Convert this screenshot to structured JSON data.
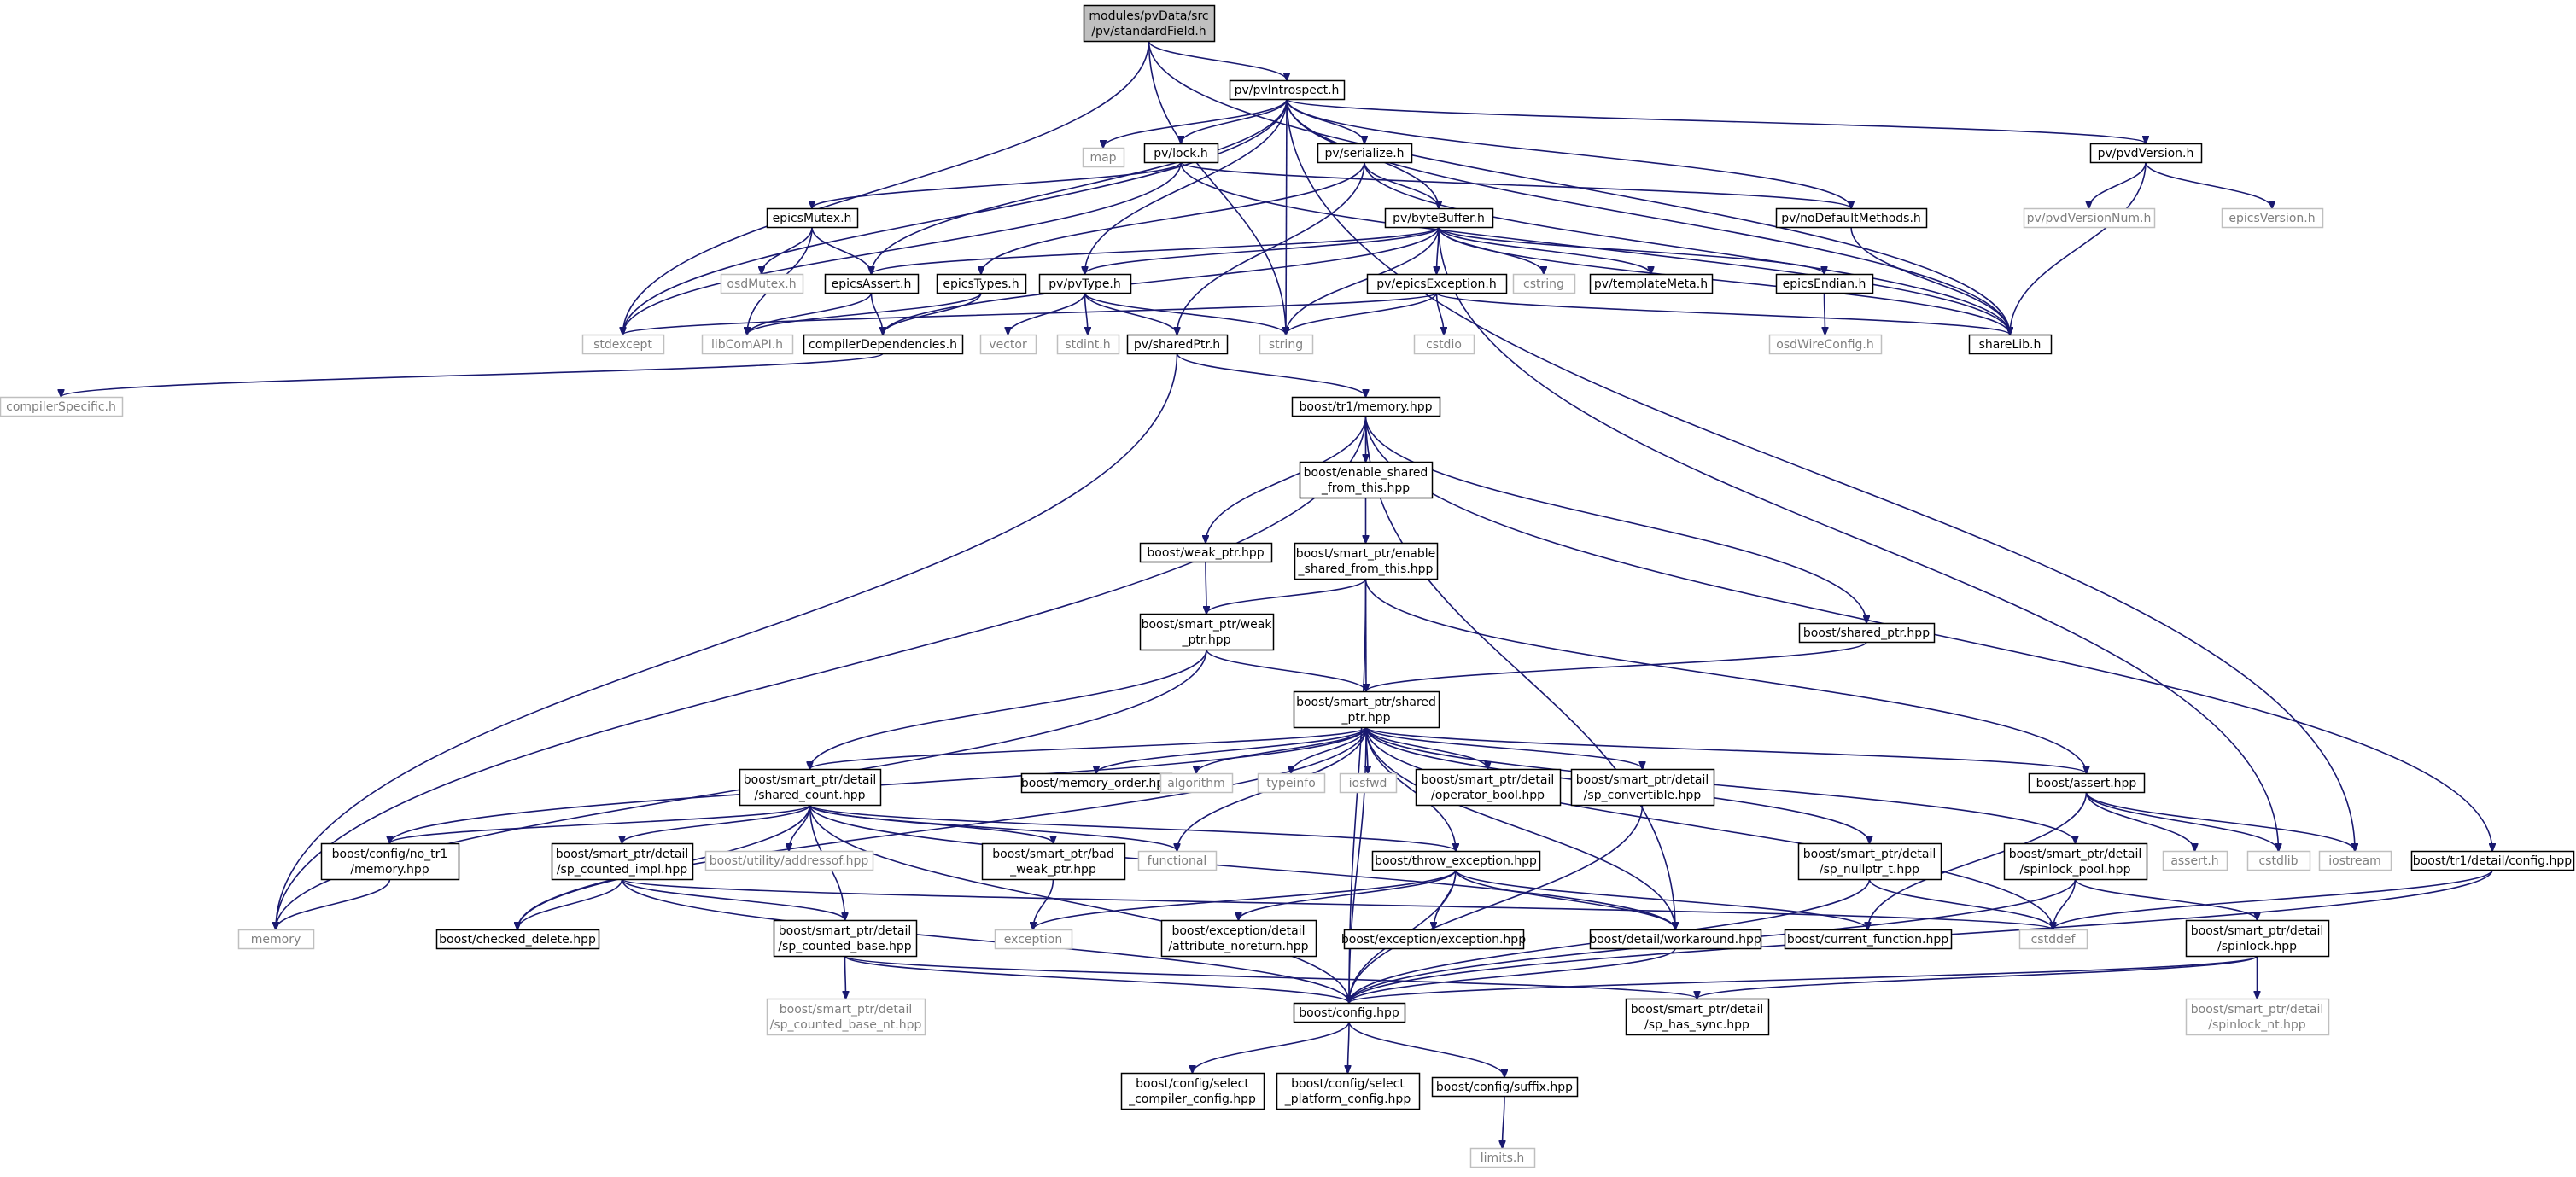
{
  "nodes": [
    {
      "id": "root",
      "lines": [
        "modules/pvData/src",
        "/pv/standardField.h"
      ],
      "kind": "root"
    },
    {
      "id": "pvIntrospect",
      "lines": [
        "pv/pvIntrospect.h"
      ],
      "kind": "file"
    },
    {
      "id": "stdexcept",
      "lines": [
        "stdexcept"
      ],
      "kind": "ext"
    },
    {
      "id": "string",
      "lines": [
        "string"
      ],
      "kind": "ext"
    },
    {
      "id": "map",
      "lines": [
        "map"
      ],
      "kind": "ext"
    },
    {
      "id": "lock",
      "lines": [
        "pv/lock.h"
      ],
      "kind": "file"
    },
    {
      "id": "serialize",
      "lines": [
        "pv/serialize.h"
      ],
      "kind": "file"
    },
    {
      "id": "pvdVersion",
      "lines": [
        "pv/pvdVersion.h"
      ],
      "kind": "file"
    },
    {
      "id": "pvdVersionNum",
      "lines": [
        "pv/pvdVersionNum.h"
      ],
      "kind": "ext"
    },
    {
      "id": "epicsVersion",
      "lines": [
        "epicsVersion.h"
      ],
      "kind": "ext"
    },
    {
      "id": "epicsMutex",
      "lines": [
        "epicsMutex.h"
      ],
      "kind": "file"
    },
    {
      "id": "noDefaultMethods",
      "lines": [
        "pv/noDefaultMethods.h"
      ],
      "kind": "file"
    },
    {
      "id": "byteBuffer",
      "lines": [
        "pv/byteBuffer.h"
      ],
      "kind": "file"
    },
    {
      "id": "osdMutex",
      "lines": [
        "osdMutex.h"
      ],
      "kind": "ext"
    },
    {
      "id": "epicsAssert",
      "lines": [
        "epicsAssert.h"
      ],
      "kind": "file"
    },
    {
      "id": "epicsTypes",
      "lines": [
        "epicsTypes.h"
      ],
      "kind": "file"
    },
    {
      "id": "pvType",
      "lines": [
        "pv/pvType.h"
      ],
      "kind": "file"
    },
    {
      "id": "epicsException",
      "lines": [
        "pv/epicsException.h"
      ],
      "kind": "file"
    },
    {
      "id": "cstring",
      "lines": [
        "cstring"
      ],
      "kind": "ext"
    },
    {
      "id": "templateMeta",
      "lines": [
        "pv/templateMeta.h"
      ],
      "kind": "file"
    },
    {
      "id": "epicsEndian",
      "lines": [
        "epicsEndian.h"
      ],
      "kind": "file"
    },
    {
      "id": "libComAPI",
      "lines": [
        "libComAPI.h"
      ],
      "kind": "ext"
    },
    {
      "id": "compilerDependencies",
      "lines": [
        "compilerDependencies.h"
      ],
      "kind": "file"
    },
    {
      "id": "vector",
      "lines": [
        "vector"
      ],
      "kind": "ext"
    },
    {
      "id": "stdint",
      "lines": [
        "stdint.h"
      ],
      "kind": "ext"
    },
    {
      "id": "sharedPtr",
      "lines": [
        "pv/sharedPtr.h"
      ],
      "kind": "file"
    },
    {
      "id": "cstdio",
      "lines": [
        "cstdio"
      ],
      "kind": "ext"
    },
    {
      "id": "shareLib",
      "lines": [
        "shareLib.h"
      ],
      "kind": "file"
    },
    {
      "id": "osdWireConfig",
      "lines": [
        "osdWireConfig.h"
      ],
      "kind": "ext"
    },
    {
      "id": "compilerSpecific",
      "lines": [
        "compilerSpecific.h"
      ],
      "kind": "ext"
    },
    {
      "id": "tr1memory",
      "lines": [
        "boost/tr1/memory.hpp"
      ],
      "kind": "file"
    },
    {
      "id": "enableSharedFromThis",
      "lines": [
        "boost/enable_shared",
        "_from_this.hpp"
      ],
      "kind": "file"
    },
    {
      "id": "spEnableShared",
      "lines": [
        "boost/smart_ptr/enable",
        "_shared_from_this.hpp"
      ],
      "kind": "file"
    },
    {
      "id": "weakPtr",
      "lines": [
        "boost/weak_ptr.hpp"
      ],
      "kind": "file"
    },
    {
      "id": "spWeakPtr",
      "lines": [
        "boost/smart_ptr/weak",
        "_ptr.hpp"
      ],
      "kind": "file"
    },
    {
      "id": "sharedPtrHpp",
      "lines": [
        "boost/shared_ptr.hpp"
      ],
      "kind": "file"
    },
    {
      "id": "spSharedPtr",
      "lines": [
        "boost/smart_ptr/shared",
        "_ptr.hpp"
      ],
      "kind": "file"
    },
    {
      "id": "sharedCount",
      "lines": [
        "boost/smart_ptr/detail",
        "/shared_count.hpp"
      ],
      "kind": "file"
    },
    {
      "id": "memoryOrder",
      "lines": [
        "boost/memory_order.hpp"
      ],
      "kind": "file"
    },
    {
      "id": "algorithm",
      "lines": [
        "algorithm"
      ],
      "kind": "ext"
    },
    {
      "id": "typeinfo",
      "lines": [
        "typeinfo"
      ],
      "kind": "ext"
    },
    {
      "id": "iosfwd",
      "lines": [
        "iosfwd"
      ],
      "kind": "ext"
    },
    {
      "id": "operatorBool",
      "lines": [
        "boost/smart_ptr/detail",
        "/operator_bool.hpp"
      ],
      "kind": "file"
    },
    {
      "id": "spConvertible",
      "lines": [
        "boost/smart_ptr/detail",
        "/sp_convertible.hpp"
      ],
      "kind": "file"
    },
    {
      "id": "boostAssert",
      "lines": [
        "boost/assert.hpp"
      ],
      "kind": "file"
    },
    {
      "id": "noTr1Memory",
      "lines": [
        "boost/config/no_tr1",
        "/memory.hpp"
      ],
      "kind": "file"
    },
    {
      "id": "spCountedImpl",
      "lines": [
        "boost/smart_ptr/detail",
        "/sp_counted_impl.hpp"
      ],
      "kind": "file"
    },
    {
      "id": "addressof",
      "lines": [
        "boost/utility/addressof.hpp"
      ],
      "kind": "ext"
    },
    {
      "id": "badWeakPtr",
      "lines": [
        "boost/smart_ptr/bad",
        "_weak_ptr.hpp"
      ],
      "kind": "file"
    },
    {
      "id": "functional",
      "lines": [
        "functional"
      ],
      "kind": "ext"
    },
    {
      "id": "throwException",
      "lines": [
        "boost/throw_exception.hpp"
      ],
      "kind": "file"
    },
    {
      "id": "spNullptr",
      "lines": [
        "boost/smart_ptr/detail",
        "/sp_nullptr_t.hpp"
      ],
      "kind": "file"
    },
    {
      "id": "spinlockPool",
      "lines": [
        "boost/smart_ptr/detail",
        "/spinlock_pool.hpp"
      ],
      "kind": "file"
    },
    {
      "id": "assertH",
      "lines": [
        "assert.h"
      ],
      "kind": "ext"
    },
    {
      "id": "cstdlib",
      "lines": [
        "cstdlib"
      ],
      "kind": "ext"
    },
    {
      "id": "iostream",
      "lines": [
        "iostream"
      ],
      "kind": "ext"
    },
    {
      "id": "tr1config",
      "lines": [
        "boost/tr1/detail/config.hpp"
      ],
      "kind": "file"
    },
    {
      "id": "memory",
      "lines": [
        "memory"
      ],
      "kind": "ext"
    },
    {
      "id": "checkedDelete",
      "lines": [
        "boost/checked_delete.hpp"
      ],
      "kind": "file"
    },
    {
      "id": "spCountedBase",
      "lines": [
        "boost/smart_ptr/detail",
        "/sp_counted_base.hpp"
      ],
      "kind": "file"
    },
    {
      "id": "exception",
      "lines": [
        "exception"
      ],
      "kind": "ext"
    },
    {
      "id": "attrNoreturn",
      "lines": [
        "boost/exception/detail",
        "/attribute_noreturn.hpp"
      ],
      "kind": "file"
    },
    {
      "id": "exceptionHpp",
      "lines": [
        "boost/exception/exception.hpp"
      ],
      "kind": "file"
    },
    {
      "id": "workaround",
      "lines": [
        "boost/detail/workaround.hpp"
      ],
      "kind": "file"
    },
    {
      "id": "currentFunction",
      "lines": [
        "boost/current_function.hpp"
      ],
      "kind": "file"
    },
    {
      "id": "cstddef",
      "lines": [
        "cstddef"
      ],
      "kind": "ext"
    },
    {
      "id": "spinlock",
      "lines": [
        "boost/smart_ptr/detail",
        "/spinlock.hpp"
      ],
      "kind": "file"
    },
    {
      "id": "spCountedBaseNt",
      "lines": [
        "boost/smart_ptr/detail",
        "/sp_counted_base_nt.hpp"
      ],
      "kind": "ext"
    },
    {
      "id": "boostConfig",
      "lines": [
        "boost/config.hpp"
      ],
      "kind": "file"
    },
    {
      "id": "spHasSync",
      "lines": [
        "boost/smart_ptr/detail",
        "/sp_has_sync.hpp"
      ],
      "kind": "file"
    },
    {
      "id": "spinlockNt",
      "lines": [
        "boost/smart_ptr/detail",
        "/spinlock_nt.hpp"
      ],
      "kind": "ext"
    },
    {
      "id": "selectCompiler",
      "lines": [
        "boost/config/select",
        "_compiler_config.hpp"
      ],
      "kind": "file"
    },
    {
      "id": "selectPlatform",
      "lines": [
        "boost/config/select",
        "_platform_config.hpp"
      ],
      "kind": "file"
    },
    {
      "id": "suffix",
      "lines": [
        "boost/config/suffix.hpp"
      ],
      "kind": "file"
    },
    {
      "id": "limits",
      "lines": [
        "limits.h"
      ],
      "kind": "ext"
    }
  ],
  "edges": [
    [
      "root",
      "pvIntrospect"
    ],
    [
      "root",
      "stdexcept"
    ],
    [
      "root",
      "string"
    ],
    [
      "root",
      "shareLib"
    ],
    [
      "pvIntrospect",
      "stdexcept"
    ],
    [
      "pvIntrospect",
      "string"
    ],
    [
      "pvIntrospect",
      "map"
    ],
    [
      "pvIntrospect",
      "lock"
    ],
    [
      "pvIntrospect",
      "serialize"
    ],
    [
      "pvIntrospect",
      "byteBuffer"
    ],
    [
      "pvIntrospect",
      "epicsAssert"
    ],
    [
      "pvIntrospect",
      "pvType"
    ],
    [
      "pvIntrospect",
      "noDefaultMethods"
    ],
    [
      "pvIntrospect",
      "pvdVersion"
    ],
    [
      "pvIntrospect",
      "shareLib"
    ],
    [
      "pvIntrospect",
      "iostream"
    ],
    [
      "lock",
      "stdexcept"
    ],
    [
      "lock",
      "epicsMutex"
    ],
    [
      "lock",
      "noDefaultMethods"
    ],
    [
      "lock",
      "shareLib"
    ],
    [
      "serialize",
      "epicsTypes"
    ],
    [
      "serialize",
      "byteBuffer"
    ],
    [
      "serialize",
      "sharedPtr"
    ],
    [
      "serialize",
      "shareLib"
    ],
    [
      "pvdVersion",
      "pvdVersionNum"
    ],
    [
      "pvdVersion",
      "epicsVersion"
    ],
    [
      "pvdVersion",
      "shareLib"
    ],
    [
      "epicsMutex",
      "osdMutex"
    ],
    [
      "epicsMutex",
      "epicsAssert"
    ],
    [
      "epicsMutex",
      "libComAPI"
    ],
    [
      "noDefaultMethods",
      "shareLib"
    ],
    [
      "byteBuffer",
      "string"
    ],
    [
      "byteBuffer",
      "cstring"
    ],
    [
      "byteBuffer",
      "templateMeta"
    ],
    [
      "byteBuffer",
      "epicsEndian"
    ],
    [
      "byteBuffer",
      "epicsException"
    ],
    [
      "byteBuffer",
      "pvType"
    ],
    [
      "byteBuffer",
      "epicsAssert"
    ],
    [
      "byteBuffer",
      "compilerDependencies"
    ],
    [
      "byteBuffer",
      "shareLib"
    ],
    [
      "byteBuffer",
      "cstdlib"
    ],
    [
      "epicsAssert",
      "libComAPI"
    ],
    [
      "epicsAssert",
      "compilerDependencies"
    ],
    [
      "epicsTypes",
      "libComAPI"
    ],
    [
      "epicsTypes",
      "compilerDependencies"
    ],
    [
      "pvType",
      "vector"
    ],
    [
      "pvType",
      "stdint"
    ],
    [
      "pvType",
      "string"
    ],
    [
      "pvType",
      "sharedPtr"
    ],
    [
      "epicsException",
      "stdexcept"
    ],
    [
      "epicsException",
      "string"
    ],
    [
      "epicsException",
      "cstdio"
    ],
    [
      "epicsException",
      "shareLib"
    ],
    [
      "epicsEndian",
      "osdWireConfig"
    ],
    [
      "compilerDependencies",
      "compilerSpecific"
    ],
    [
      "sharedPtr",
      "tr1memory"
    ],
    [
      "sharedPtr",
      "memory"
    ],
    [
      "tr1memory",
      "enableSharedFromThis"
    ],
    [
      "tr1memory",
      "weakPtr"
    ],
    [
      "tr1memory",
      "sharedPtrHpp"
    ],
    [
      "tr1memory",
      "memory"
    ],
    [
      "tr1memory",
      "workaround"
    ],
    [
      "tr1memory",
      "tr1config"
    ],
    [
      "enableSharedFromThis",
      "spEnableShared"
    ],
    [
      "spEnableShared",
      "spWeakPtr"
    ],
    [
      "spEnableShared",
      "spSharedPtr"
    ],
    [
      "spEnableShared",
      "boostAssert"
    ],
    [
      "spEnableShared",
      "boostConfig"
    ],
    [
      "weakPtr",
      "spWeakPtr"
    ],
    [
      "spWeakPtr",
      "spSharedPtr"
    ],
    [
      "spWeakPtr",
      "sharedCount"
    ],
    [
      "spWeakPtr",
      "memory"
    ],
    [
      "sharedPtrHpp",
      "spSharedPtr"
    ],
    [
      "spSharedPtr",
      "sharedCount"
    ],
    [
      "spSharedPtr",
      "memoryOrder"
    ],
    [
      "spSharedPtr",
      "algorithm"
    ],
    [
      "spSharedPtr",
      "typeinfo"
    ],
    [
      "spSharedPtr",
      "iosfwd"
    ],
    [
      "spSharedPtr",
      "operatorBool"
    ],
    [
      "spSharedPtr",
      "spConvertible"
    ],
    [
      "spSharedPtr",
      "boostAssert"
    ],
    [
      "spSharedPtr",
      "noTr1Memory"
    ],
    [
      "spSharedPtr",
      "checkedDelete"
    ],
    [
      "spSharedPtr",
      "throwException"
    ],
    [
      "spSharedPtr",
      "spNullptr"
    ],
    [
      "spSharedPtr",
      "spinlockPool"
    ],
    [
      "spSharedPtr",
      "functional"
    ],
    [
      "spSharedPtr",
      "cstddef"
    ],
    [
      "spSharedPtr",
      "workaround"
    ],
    [
      "spSharedPtr",
      "boostConfig"
    ],
    [
      "sharedCount",
      "noTr1Memory"
    ],
    [
      "sharedCount",
      "spCountedImpl"
    ],
    [
      "sharedCount",
      "addressof"
    ],
    [
      "sharedCount",
      "badWeakPtr"
    ],
    [
      "sharedCount",
      "functional"
    ],
    [
      "sharedCount",
      "checkedDelete"
    ],
    [
      "sharedCount",
      "spCountedBase"
    ],
    [
      "sharedCount",
      "throwException"
    ],
    [
      "sharedCount",
      "workaround"
    ],
    [
      "sharedCount",
      "boostConfig"
    ],
    [
      "spConvertible",
      "boostConfig"
    ],
    [
      "boostAssert",
      "assertH"
    ],
    [
      "boostAssert",
      "cstdlib"
    ],
    [
      "boostAssert",
      "iostream"
    ],
    [
      "boostAssert",
      "currentFunction"
    ],
    [
      "noTr1Memory",
      "memory"
    ],
    [
      "spCountedImpl",
      "checkedDelete"
    ],
    [
      "spCountedImpl",
      "spCountedBase"
    ],
    [
      "spCountedImpl",
      "cstddef"
    ],
    [
      "spCountedImpl",
      "boostConfig"
    ],
    [
      "badWeakPtr",
      "exception"
    ],
    [
      "throwException",
      "exception"
    ],
    [
      "throwException",
      "attrNoreturn"
    ],
    [
      "throwException",
      "exceptionHpp"
    ],
    [
      "throwException",
      "workaround"
    ],
    [
      "throwException",
      "currentFunction"
    ],
    [
      "throwException",
      "boostConfig"
    ],
    [
      "spNullptr",
      "cstddef"
    ],
    [
      "spNullptr",
      "boostConfig"
    ],
    [
      "spinlockPool",
      "spinlock"
    ],
    [
      "spinlockPool",
      "cstddef"
    ],
    [
      "spinlockPool",
      "boostConfig"
    ],
    [
      "tr1config",
      "cstddef"
    ],
    [
      "tr1config",
      "boostConfig"
    ],
    [
      "spCountedBase",
      "spCountedBaseNt"
    ],
    [
      "spCountedBase",
      "spHasSync"
    ],
    [
      "spCountedBase",
      "boostConfig"
    ],
    [
      "workaround",
      "boostConfig"
    ],
    [
      "spinlock",
      "spinlockNt"
    ],
    [
      "spinlock",
      "spHasSync"
    ],
    [
      "spinlock",
      "boostConfig"
    ],
    [
      "boostConfig",
      "selectCompiler"
    ],
    [
      "boostConfig",
      "selectPlatform"
    ],
    [
      "boostConfig",
      "suffix"
    ],
    [
      "suffix",
      "limits"
    ]
  ]
}
